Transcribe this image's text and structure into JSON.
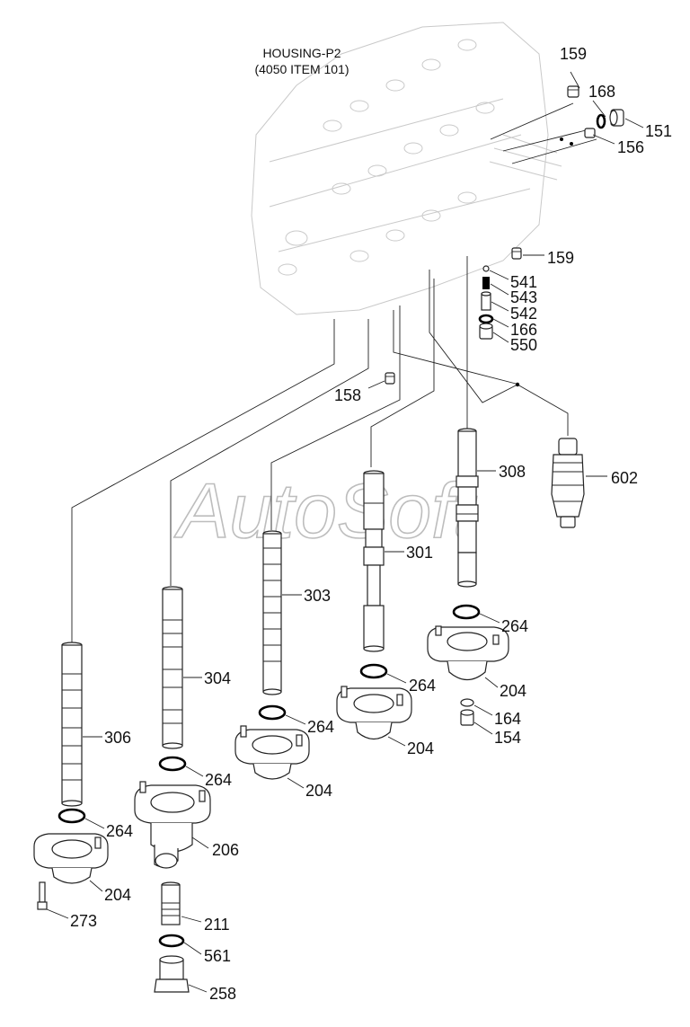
{
  "housing": {
    "title_line1": "HOUSING-P2",
    "title_line2": "(4050 ITEM 101)"
  },
  "watermark": "AutoSoft",
  "callouts": {
    "c159a": "159",
    "c168": "168",
    "c151": "151",
    "c156": "156",
    "c159b": "159",
    "c541": "541",
    "c543": "543",
    "c542": "542",
    "c166": "166",
    "c550": "550",
    "c158": "158",
    "c602": "602",
    "c308": "308",
    "c301": "301",
    "c303": "303",
    "c304": "304",
    "c306": "306",
    "c264a": "264",
    "c204a": "204",
    "c164": "164",
    "c154": "154",
    "c264b": "264",
    "c204b": "204",
    "c264c": "264",
    "c204c": "204",
    "c264d": "264",
    "c206": "206",
    "c264e": "264",
    "c204d": "204",
    "c273": "273",
    "c211": "211",
    "c561": "561",
    "c258": "258"
  }
}
